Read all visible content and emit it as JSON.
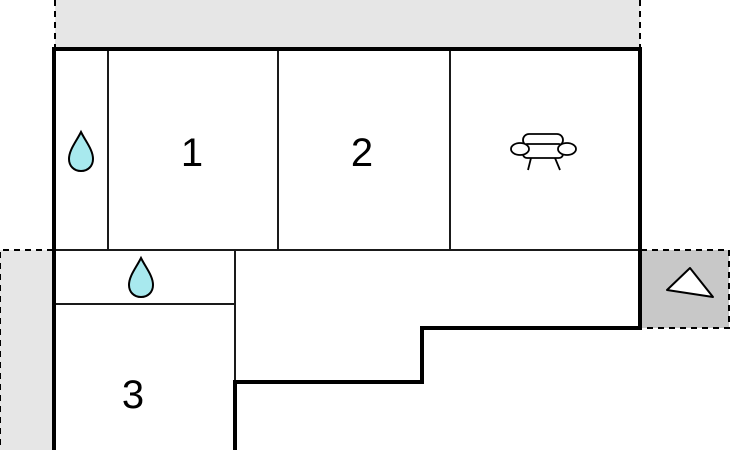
{
  "floorplan": {
    "rooms": [
      {
        "id": "bedroom-1",
        "label": "1"
      },
      {
        "id": "bedroom-2",
        "label": "2"
      },
      {
        "id": "bedroom-3",
        "label": "3"
      }
    ],
    "icons": [
      "water-drop-icon",
      "water-drop-icon",
      "armchair-icon",
      "compass-triangle-icon"
    ],
    "colors": {
      "wall": "#000000",
      "inner_line": "#1a1a1a",
      "terrace_light": "#e6e6e6",
      "terrace_dark": "#c8c8c8",
      "water_fill": "#a8e9ee"
    }
  }
}
